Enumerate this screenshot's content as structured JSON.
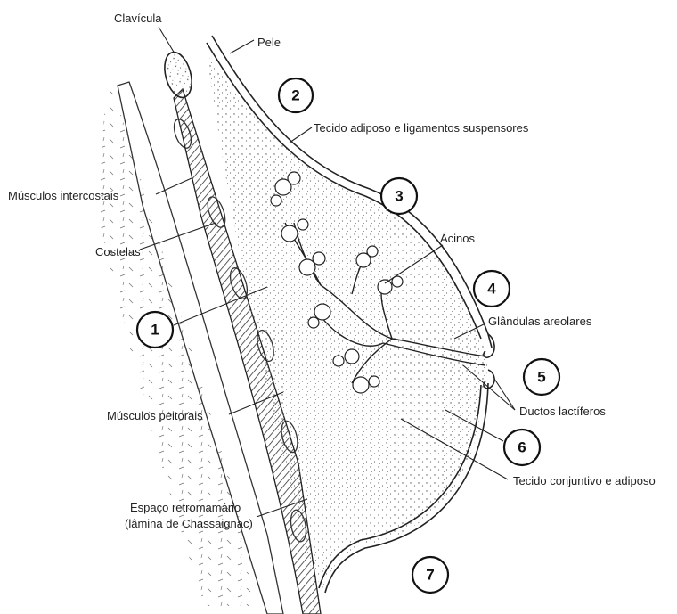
{
  "labels": {
    "clavicula": "Clavícula",
    "pele": "Pele",
    "tecido_adiposo": "Tecido adiposo e ligamentos suspensores",
    "musculos_intercostais": "Músculos intercostais",
    "costelas": "Costelas",
    "acinos": "Ácinos",
    "glandulas_areolares": "Glândulas areolares",
    "ductos_lactiferos": "Ductos lactíferos",
    "musculos_peitorais": "Músculos peitorais",
    "tecido_conjuntivo": "Tecido conjuntivo e adiposo",
    "espaco_retromamario": "Espaço retromamário",
    "lamina_chassaignac": "(lâmina de Chassaignac)"
  },
  "markers": [
    "1",
    "2",
    "3",
    "4",
    "5",
    "6",
    "7"
  ]
}
